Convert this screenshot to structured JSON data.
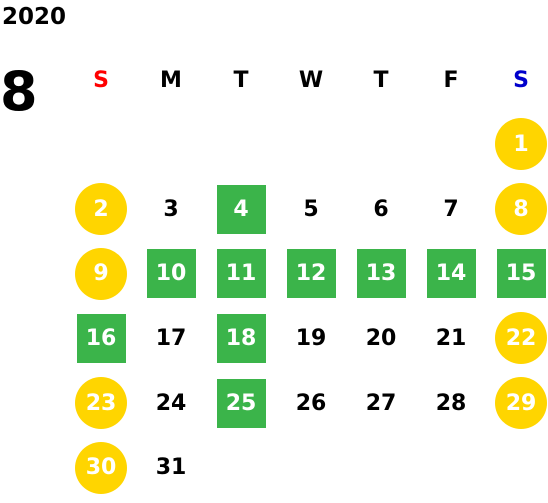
{
  "calendar": {
    "year": "2020",
    "month": "8",
    "weekdays": [
      "S",
      "M",
      "T",
      "W",
      "T",
      "F",
      "S"
    ],
    "weekday_colors": [
      "#ff0000",
      "#000000",
      "#000000",
      "#000000",
      "#000000",
      "#000000",
      "#0000cc"
    ],
    "colors": {
      "weekend_circle": "#ffd500",
      "highlight_square": "#3bb44a",
      "text": "#000000",
      "marked_text": "#ffffff"
    },
    "weeks": [
      [
        {
          "day": "",
          "style": "blank"
        },
        {
          "day": "",
          "style": "blank"
        },
        {
          "day": "",
          "style": "blank"
        },
        {
          "day": "",
          "style": "blank"
        },
        {
          "day": "",
          "style": "blank"
        },
        {
          "day": "",
          "style": "blank"
        },
        {
          "day": "1",
          "style": "circle"
        }
      ],
      [
        {
          "day": "2",
          "style": "circle"
        },
        {
          "day": "3",
          "style": "plain"
        },
        {
          "day": "4",
          "style": "square"
        },
        {
          "day": "5",
          "style": "plain"
        },
        {
          "day": "6",
          "style": "plain"
        },
        {
          "day": "7",
          "style": "plain"
        },
        {
          "day": "8",
          "style": "circle"
        }
      ],
      [
        {
          "day": "9",
          "style": "circle"
        },
        {
          "day": "10",
          "style": "square"
        },
        {
          "day": "11",
          "style": "square"
        },
        {
          "day": "12",
          "style": "square"
        },
        {
          "day": "13",
          "style": "square"
        },
        {
          "day": "14",
          "style": "square"
        },
        {
          "day": "15",
          "style": "square"
        }
      ],
      [
        {
          "day": "16",
          "style": "square"
        },
        {
          "day": "17",
          "style": "plain"
        },
        {
          "day": "18",
          "style": "square"
        },
        {
          "day": "19",
          "style": "plain"
        },
        {
          "day": "20",
          "style": "plain"
        },
        {
          "day": "21",
          "style": "plain"
        },
        {
          "day": "22",
          "style": "circle"
        }
      ],
      [
        {
          "day": "23",
          "style": "circle"
        },
        {
          "day": "24",
          "style": "plain"
        },
        {
          "day": "25",
          "style": "square"
        },
        {
          "day": "26",
          "style": "plain"
        },
        {
          "day": "27",
          "style": "plain"
        },
        {
          "day": "28",
          "style": "plain"
        },
        {
          "day": "29",
          "style": "circle"
        }
      ],
      [
        {
          "day": "30",
          "style": "circle"
        },
        {
          "day": "31",
          "style": "plain"
        },
        {
          "day": "",
          "style": "blank"
        },
        {
          "day": "",
          "style": "blank"
        },
        {
          "day": "",
          "style": "blank"
        },
        {
          "day": "",
          "style": "blank"
        },
        {
          "day": "",
          "style": "blank"
        }
      ]
    ]
  }
}
